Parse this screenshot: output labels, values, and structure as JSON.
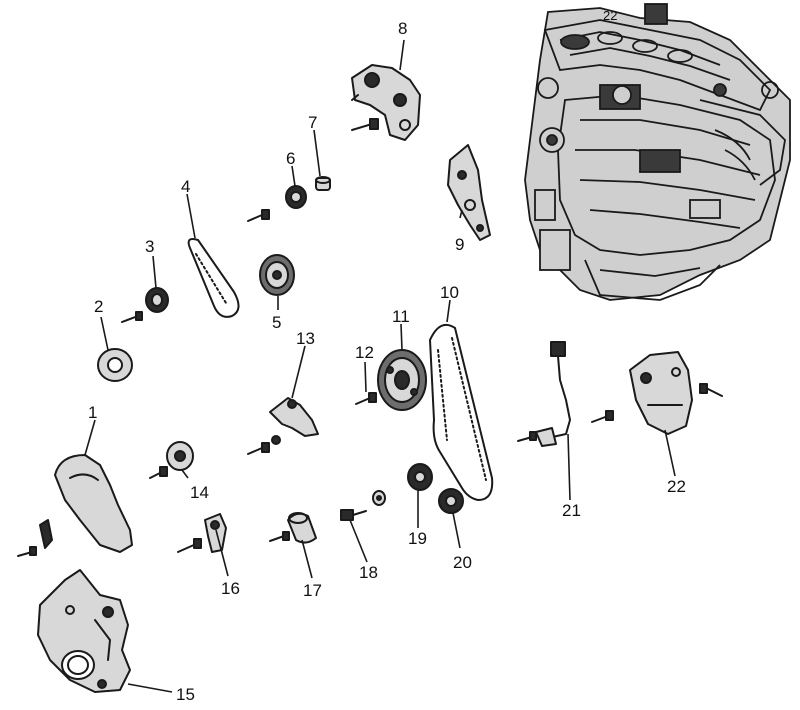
{
  "callouts": {
    "c1": "1",
    "c2": "2",
    "c3": "3",
    "c4": "4",
    "c5": "5",
    "c6": "6",
    "c7": "7",
    "c8": "8",
    "c9": "9",
    "c10": "10",
    "c11": "11",
    "c12": "12",
    "c13": "13",
    "c14": "14",
    "c15": "15",
    "c16": "16",
    "c17": "17",
    "c18": "18",
    "c19": "19",
    "c20": "20",
    "c21": "21",
    "c22": "22"
  },
  "engine_tag": "22"
}
